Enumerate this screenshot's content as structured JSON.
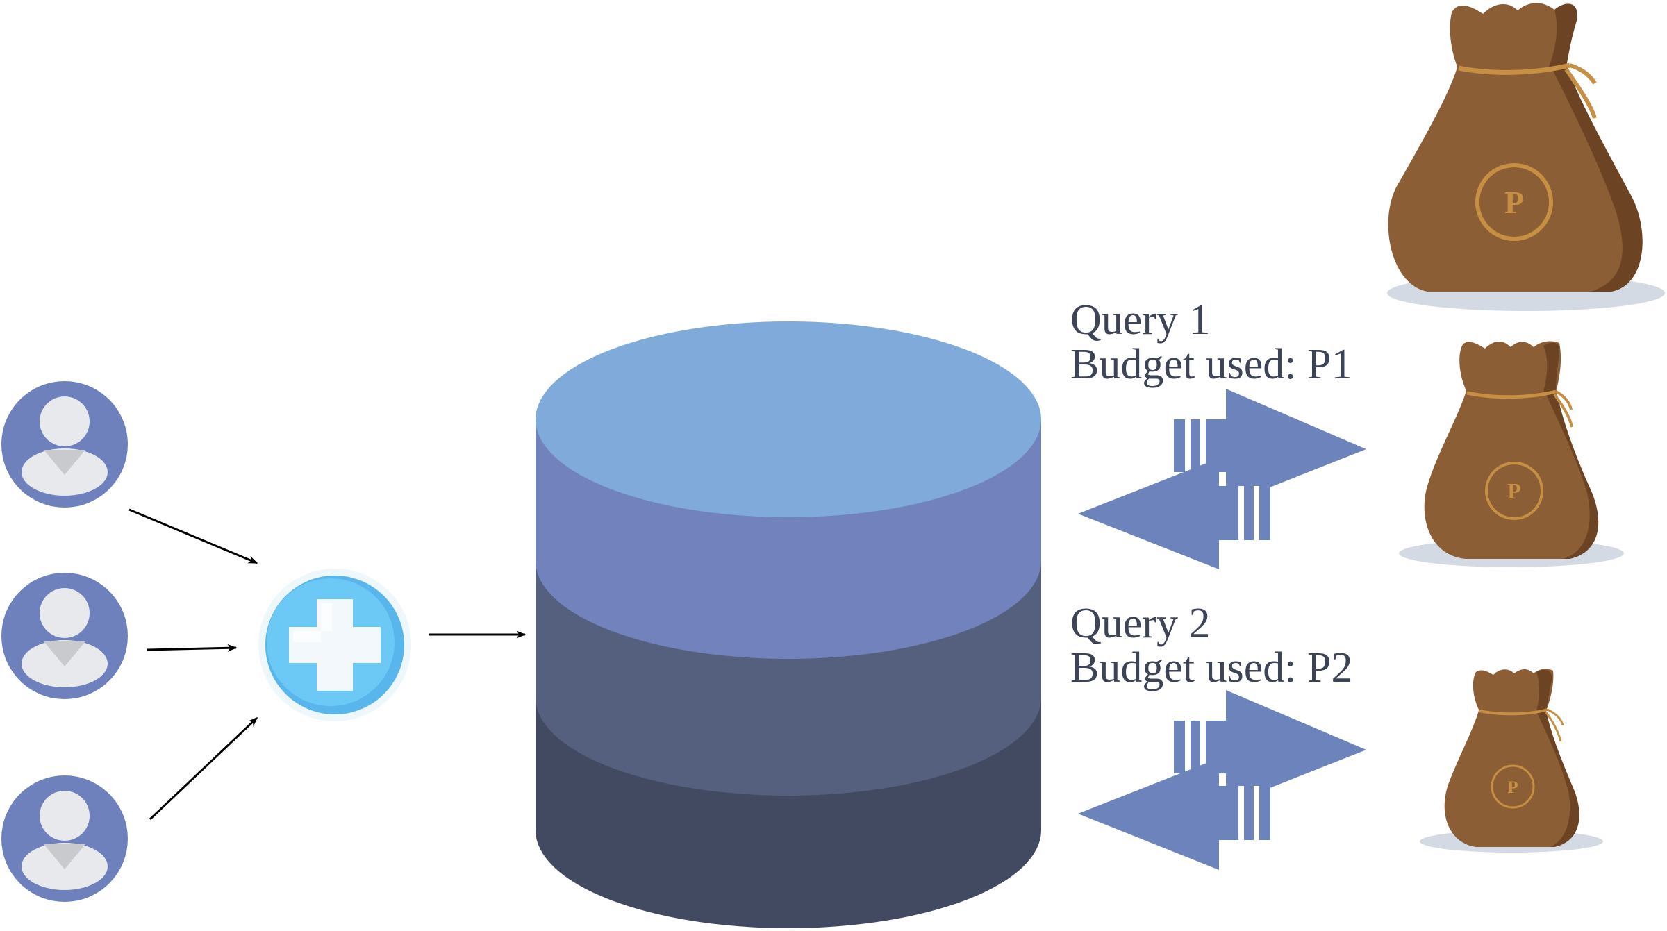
{
  "diagram": {
    "users": [
      {
        "id": "user-1"
      },
      {
        "id": "user-2"
      },
      {
        "id": "user-3"
      }
    ],
    "queries": [
      {
        "line1": "Query 1",
        "line2": "Budget used: P1"
      },
      {
        "line1": "Query 2",
        "line2": "Budget used: P2"
      }
    ],
    "budget_bags": [
      {
        "coin_letter": "P"
      },
      {
        "coin_letter": "P"
      },
      {
        "coin_letter": "P"
      }
    ],
    "colors": {
      "user_circle": "#6E81BC",
      "user_figure": "#E8E9EC",
      "user_figure_shade": "#C9CACE",
      "aggregator": "#6CC8F4",
      "aggregator_dark": "#58B6EC",
      "aggregator_cross": "#F2F8FB",
      "db_top": "#80AAD9",
      "db_layer_1": "#7182BD",
      "db_layer_2": "#55607F",
      "db_layer_3": "#414A60",
      "exchange_arrows": "#6D83BB",
      "bag_main": "#8B5E35",
      "bag_dark": "#6C4423",
      "bag_string": "#C78F44",
      "bag_shadow": "#D3DAE3",
      "label_text": "#3D4457",
      "arrow_stroke": "#000000"
    }
  }
}
